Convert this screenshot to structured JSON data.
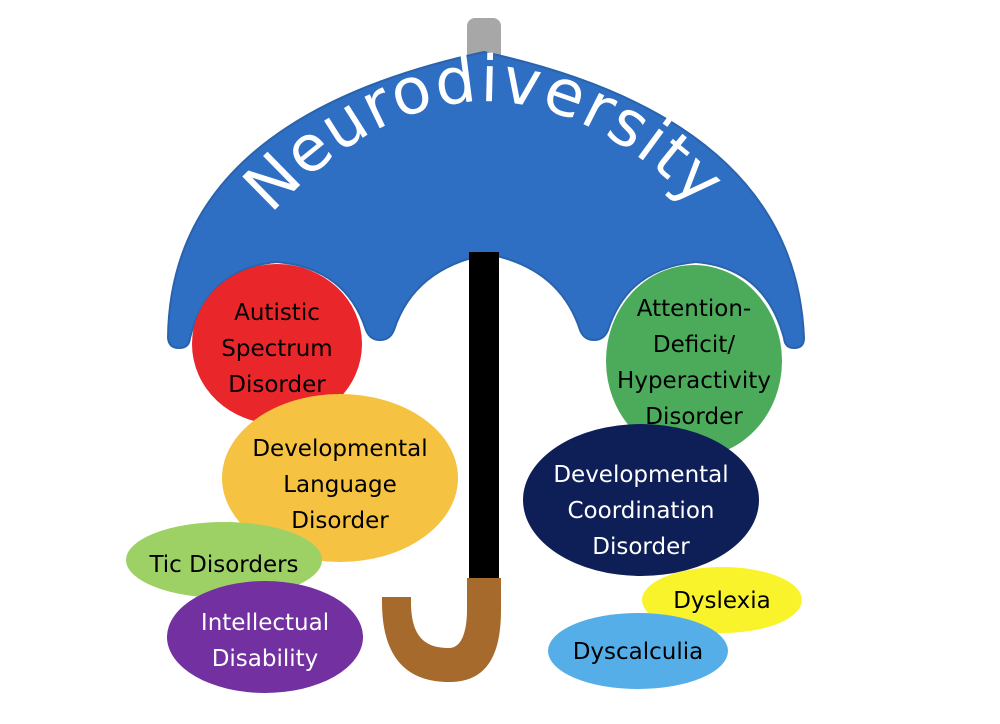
{
  "title": "Neurodiversity",
  "colors": {
    "canopy": "#2e6fc3",
    "canopy_edge": "#2a63ad",
    "tip": "#a7a7a7",
    "shaft": "#000000",
    "handle": "#a56a2c",
    "title_text": "#ffffff"
  },
  "conditions": [
    {
      "id": "autistic",
      "lines": [
        "Autistic",
        "Spectrum",
        "Disorder"
      ],
      "fill": "#e9262a",
      "text_color": "#000000"
    },
    {
      "id": "adhd",
      "lines": [
        "Attention-",
        "Deficit/",
        "Hyperactivity",
        "Disorder"
      ],
      "fill": "#4bab5a",
      "text_color": "#000000"
    },
    {
      "id": "dld",
      "lines": [
        "Developmental",
        "Language",
        "Disorder"
      ],
      "fill": "#f5c242",
      "text_color": "#000000"
    },
    {
      "id": "dcd",
      "lines": [
        "Developmental",
        "Coordination",
        "Disorder"
      ],
      "fill": "#0e1e57",
      "text_color": "#ffffff"
    },
    {
      "id": "tic",
      "lines": [
        "Tic Disorders"
      ],
      "fill": "#9dd166",
      "text_color": "#000000"
    },
    {
      "id": "id",
      "lines": [
        "Intellectual",
        "Disability"
      ],
      "fill": "#7230a0",
      "text_color": "#ffffff"
    },
    {
      "id": "dyslexia",
      "lines": [
        "Dyslexia"
      ],
      "fill": "#f8f32a",
      "text_color": "#000000"
    },
    {
      "id": "dyscalculia",
      "lines": [
        "Dyscalculia"
      ],
      "fill": "#55aee8",
      "text_color": "#000000"
    }
  ]
}
